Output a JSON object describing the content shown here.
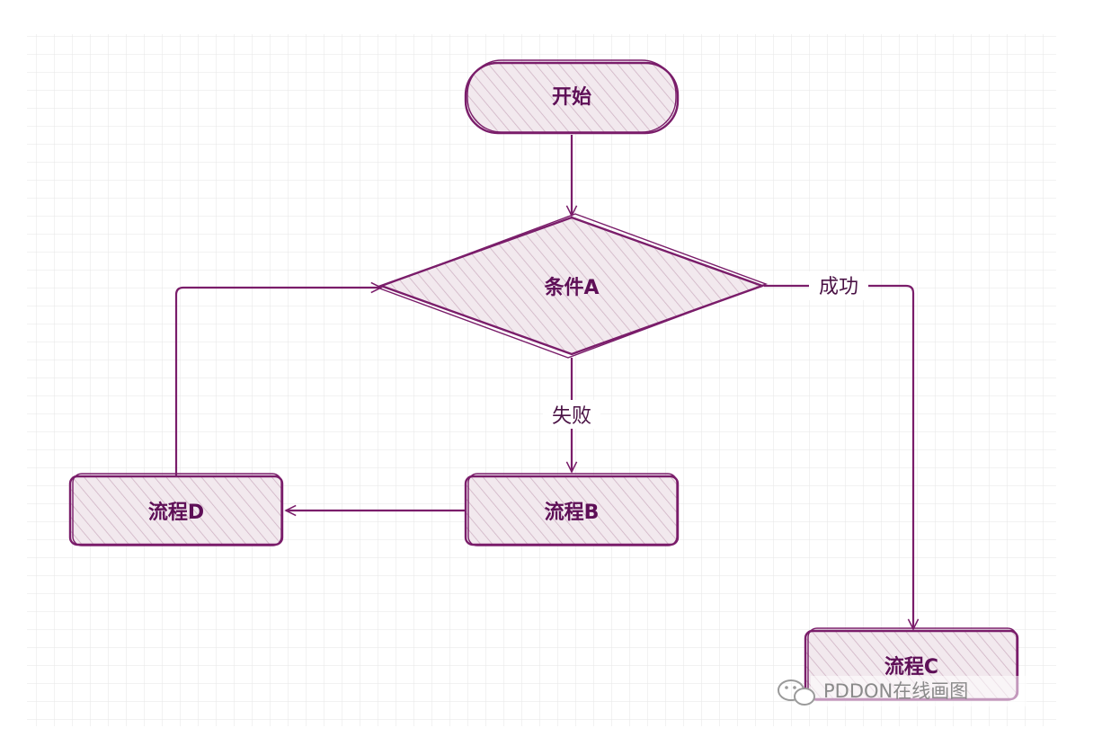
{
  "nodes": {
    "start": "开始",
    "condition": "条件A",
    "process_b": "流程B",
    "process_c": "流程C",
    "process_d": "流程D"
  },
  "edges": {
    "fail_label": "失败",
    "success_label": "成功"
  },
  "watermark": {
    "text": "PDDON在线画图"
  },
  "colors": {
    "stroke": "#7a1d6a",
    "fill": "#f0e6ec",
    "hatch": "#c9a9bd",
    "grid": "#e3e3e3",
    "label": "#5e0f57"
  }
}
